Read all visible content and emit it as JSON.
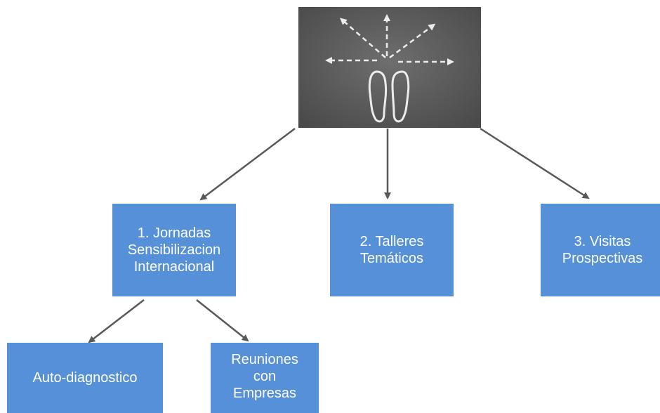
{
  "image": {
    "icon": "footprints-arrows-icon",
    "background_color": "#5a5a5a"
  },
  "nodes": {
    "jornadas": "1. Jornadas\nSensibilizacion\nInternacional",
    "talleres": "2. Talleres\nTemáticos",
    "visitas": "3. Visitas\nProspectivas",
    "auto": "Auto-diagnostico",
    "reuniones": "Reuniones\ncon\nEmpresas"
  },
  "colors": {
    "box": "#5590d8",
    "box_text": "#ffffff",
    "arrow": "#595959"
  }
}
